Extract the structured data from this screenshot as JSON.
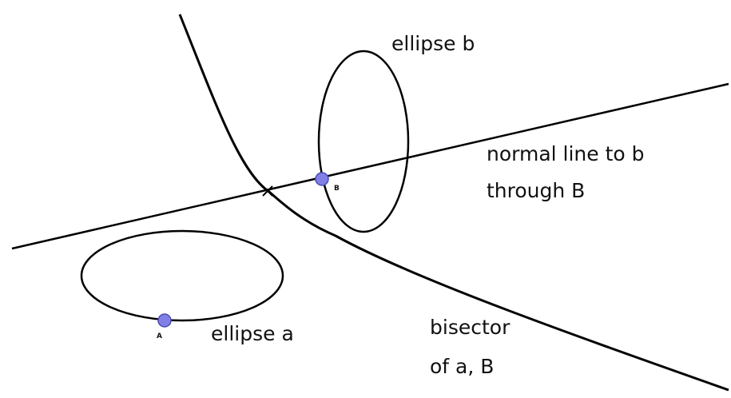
{
  "diagram": {
    "labels": {
      "ellipse_b": "ellipse b",
      "normal_line_1": "normal line to b",
      "normal_line_2": "through B",
      "ellipse_a": "ellipse a",
      "bisector_1": "bisector",
      "bisector_2": "of a, B"
    },
    "points": {
      "A": "A",
      "B": "B"
    },
    "colors": {
      "stroke": "#000000",
      "point_fill": "#8080e6",
      "point_stroke": "#4a4ab0",
      "text": "#111111"
    }
  }
}
